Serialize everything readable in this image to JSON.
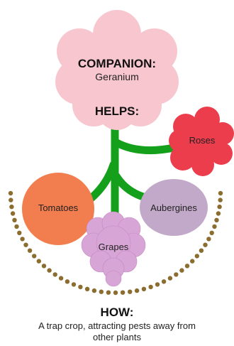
{
  "companion": {
    "title": "COMPANION:",
    "plant": "Geranium",
    "color": "#f8c6cf"
  },
  "helps": {
    "title": "HELPS:",
    "plants": [
      {
        "name": "Roses",
        "color": "#ec3d4d"
      },
      {
        "name": "Tomatoes",
        "color": "#f27d4e"
      },
      {
        "name": "Aubergines",
        "color": "#c3a9c9"
      },
      {
        "name": "Grapes",
        "color": "#d8a6d6"
      }
    ]
  },
  "how": {
    "title": "HOW:",
    "description": "A trap crop, attracting pests away from other plants"
  },
  "colors": {
    "stem": "#14a01a",
    "dots": "#8a6d2f"
  }
}
